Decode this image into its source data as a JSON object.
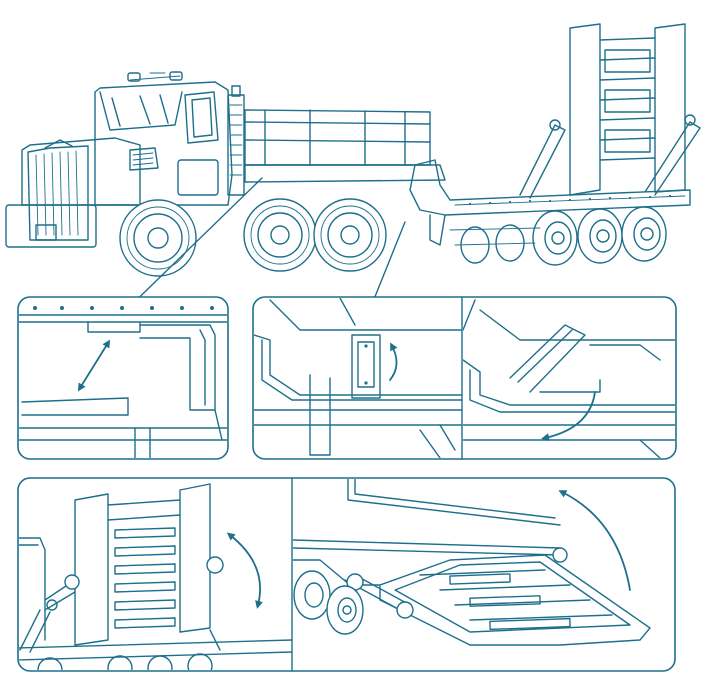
{
  "figure": {
    "subject": "lowboy-truck-trailer-ramp-assembly",
    "colors": {
      "line": "#1e6f8c",
      "background": "#ffffff"
    },
    "panels": [
      {
        "id": "detail-1",
        "description": ""
      },
      {
        "id": "detail-2a",
        "description": ""
      },
      {
        "id": "detail-2b",
        "description": ""
      },
      {
        "id": "detail-3",
        "description": ""
      },
      {
        "id": "detail-4",
        "description": ""
      }
    ]
  }
}
